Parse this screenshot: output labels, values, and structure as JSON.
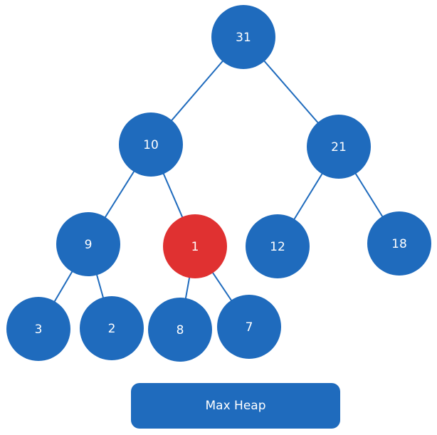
{
  "colors": {
    "node": "#1f6bbd",
    "highlight": "#e03131",
    "edge": "#1f6bbd",
    "text": "#ffffff"
  },
  "tree": {
    "nodes": [
      {
        "id": "n31",
        "label": "31"
      },
      {
        "id": "n10",
        "label": "10"
      },
      {
        "id": "n21",
        "label": "21"
      },
      {
        "id": "n9",
        "label": "9"
      },
      {
        "id": "n1",
        "label": "1",
        "highlighted": true
      },
      {
        "id": "n12",
        "label": "12"
      },
      {
        "id": "n18",
        "label": "18"
      },
      {
        "id": "n3",
        "label": "3"
      },
      {
        "id": "n2",
        "label": "2"
      },
      {
        "id": "n8",
        "label": "8"
      },
      {
        "id": "n7",
        "label": "7"
      }
    ],
    "edges": [
      [
        "n31",
        "n10"
      ],
      [
        "n31",
        "n21"
      ],
      [
        "n10",
        "n9"
      ],
      [
        "n10",
        "n1"
      ],
      [
        "n21",
        "n12"
      ],
      [
        "n21",
        "n18"
      ],
      [
        "n9",
        "n3"
      ],
      [
        "n9",
        "n2"
      ],
      [
        "n1",
        "n8"
      ],
      [
        "n1",
        "n7"
      ]
    ]
  },
  "caption": {
    "label": "Max Heap"
  }
}
